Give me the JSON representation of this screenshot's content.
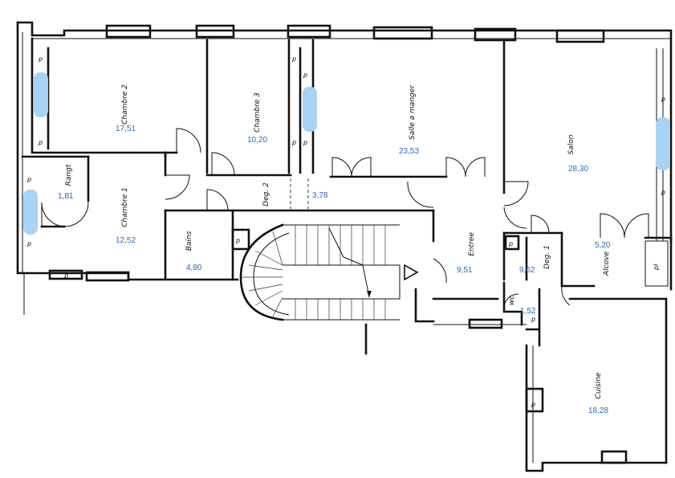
{
  "colors": {
    "walls": "#111111",
    "area_text": "#2a6ab8",
    "radiator_fill": "#a9d3f5",
    "background": "#ffffff"
  },
  "rooms": {
    "chambre2": {
      "name": "Chambre 2",
      "area": "17,51"
    },
    "chambre3": {
      "name": "Chambre 3",
      "area": "10,20"
    },
    "salle": {
      "name": "Salle a manger",
      "area": "23,53"
    },
    "salon": {
      "name": "Salon",
      "area": "28,30"
    },
    "rangt": {
      "name": "Rangt",
      "area": "1,81"
    },
    "chambre1": {
      "name": "Chambre 1",
      "area": "12,52"
    },
    "deg2": {
      "name": "Deg. 2",
      "area": "3,78"
    },
    "bains": {
      "name": "Bains",
      "area": "4,80"
    },
    "entree": {
      "name": "Entree",
      "area": "9,51"
    },
    "deg1": {
      "name": "Deg. 1",
      "area": "9,62"
    },
    "alcove": {
      "name": "Alcove",
      "area": "5,20"
    },
    "wc": {
      "name": "wc",
      "area": "1,52"
    },
    "cuisine": {
      "name": "Cuisine",
      "area": "18,28"
    }
  },
  "labels": {
    "placard": "p",
    "placard_pl": "pl"
  },
  "icons": {
    "door": "door-swing-icon",
    "radiator": "radiator-icon",
    "stair": "staircase-icon",
    "arrow": "stair-arrow-icon"
  }
}
